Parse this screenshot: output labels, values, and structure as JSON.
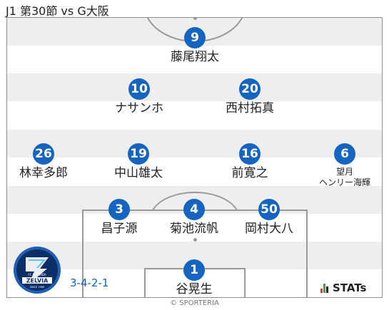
{
  "header": {
    "title": "J1 第30節 vs G大阪"
  },
  "formation": "3-4-2-1",
  "players": [
    {
      "number": "9",
      "name": "藤尾翔太"
    },
    {
      "number": "10",
      "name": "ナサンホ"
    },
    {
      "number": "20",
      "name": "西村拓真"
    },
    {
      "number": "26",
      "name": "林幸多郎"
    },
    {
      "number": "19",
      "name": "中山雄太"
    },
    {
      "number": "16",
      "name": "前寛之"
    },
    {
      "number": "6",
      "name": "望月\nヘンリー海輝"
    },
    {
      "number": "3",
      "name": "昌子源"
    },
    {
      "number": "4",
      "name": "菊池流帆"
    },
    {
      "number": "50",
      "name": "岡村大八"
    },
    {
      "number": "1",
      "name": "谷晃生"
    }
  ],
  "branding": {
    "stats_label": "STATs",
    "copyright": "© SPORTERIA",
    "club_logo_text": "ZELVIA",
    "club_logo_small": "FC MACHIDA",
    "club_logo_since": "SINCE 1989"
  },
  "colors": {
    "accent": "#1565c0",
    "stripe": "#eeeeee",
    "line": "#9a9a9a"
  }
}
